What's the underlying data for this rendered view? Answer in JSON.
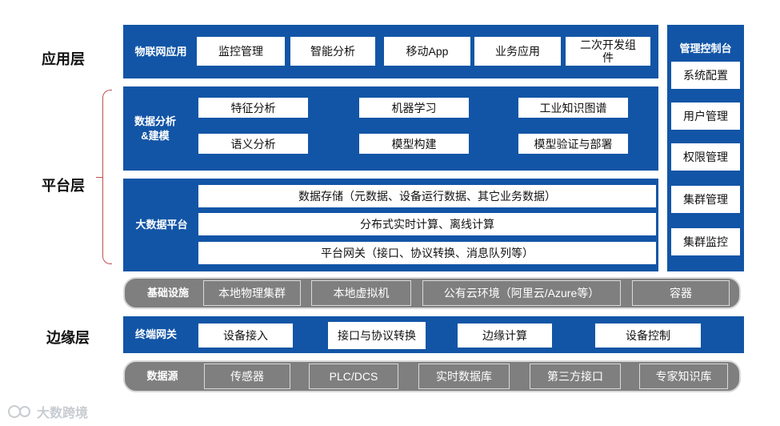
{
  "layers": {
    "application": "应用层",
    "platform": "平台层",
    "edge": "边缘层"
  },
  "app_row": {
    "title": "物联网应用",
    "items": [
      "监控管理",
      "智能分析",
      "移动App",
      "业务应用",
      "二次开发组件"
    ]
  },
  "analysis_row": {
    "title": "数据分析&建模",
    "items": [
      "特征分析",
      "机器学习",
      "工业知识图谱",
      "语义分析",
      "模型构建",
      "模型验证与部署"
    ]
  },
  "bigdata_row": {
    "title": "大数据平台",
    "items": [
      "数据存储（元数据、设备运行数据、其它业务数据）",
      "分布式实时计算、离线计算",
      "平台网关（接口、协议转换、消息队列等）"
    ]
  },
  "infra_row": {
    "title": "基础设施",
    "items": [
      "本地物理集群",
      "本地虚拟机",
      "公有云环境（阿里云/Azure等）",
      "容器"
    ]
  },
  "gateway_row": {
    "title": "终端网关",
    "items": [
      "设备接入",
      "接口与协议转换",
      "边缘计算",
      "设备控制"
    ]
  },
  "datasource_row": {
    "title": "数据源",
    "items": [
      "传感器",
      "PLC/DCS",
      "实时数据库",
      "第三方接口",
      "专家知识库"
    ]
  },
  "console": {
    "title": "管理控制台",
    "items": [
      "系统配置",
      "用户管理",
      "权限管理",
      "集群管理",
      "集群监控"
    ]
  },
  "watermark": "大数跨境",
  "colors": {
    "primary_blue": "#1255a6",
    "gray": "#7f7f7f",
    "bracket": "#c0504d"
  }
}
